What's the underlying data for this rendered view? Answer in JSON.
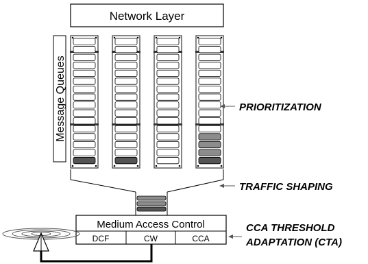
{
  "network_layer": {
    "label": "Network Layer"
  },
  "queues": {
    "label": "Message Queues",
    "count": 4,
    "slots_per_queue": 16,
    "filled_slots": [
      1,
      1,
      0,
      4
    ]
  },
  "annotations": {
    "prioritization": "PRIORITIZATION",
    "traffic_shaping": "TRAFFIC SHAPING",
    "cta_line1": "CCA THRESHOLD",
    "cta_line2": "ADAPTATION (CTA)"
  },
  "merge_buffer": {
    "filled_slots": 3
  },
  "mac": {
    "title": "Medium Access Control",
    "cells": [
      "DCF",
      "CW",
      "CCA"
    ]
  },
  "colors": {
    "slot_fill": "#ffffff",
    "slot_filled": "#8c8c8c",
    "slot_filled_dark": "#555555",
    "stroke": "#000000",
    "queue_border": "#333333",
    "pointer": "#555555"
  },
  "icons": {
    "antenna": "antenna-icon"
  }
}
